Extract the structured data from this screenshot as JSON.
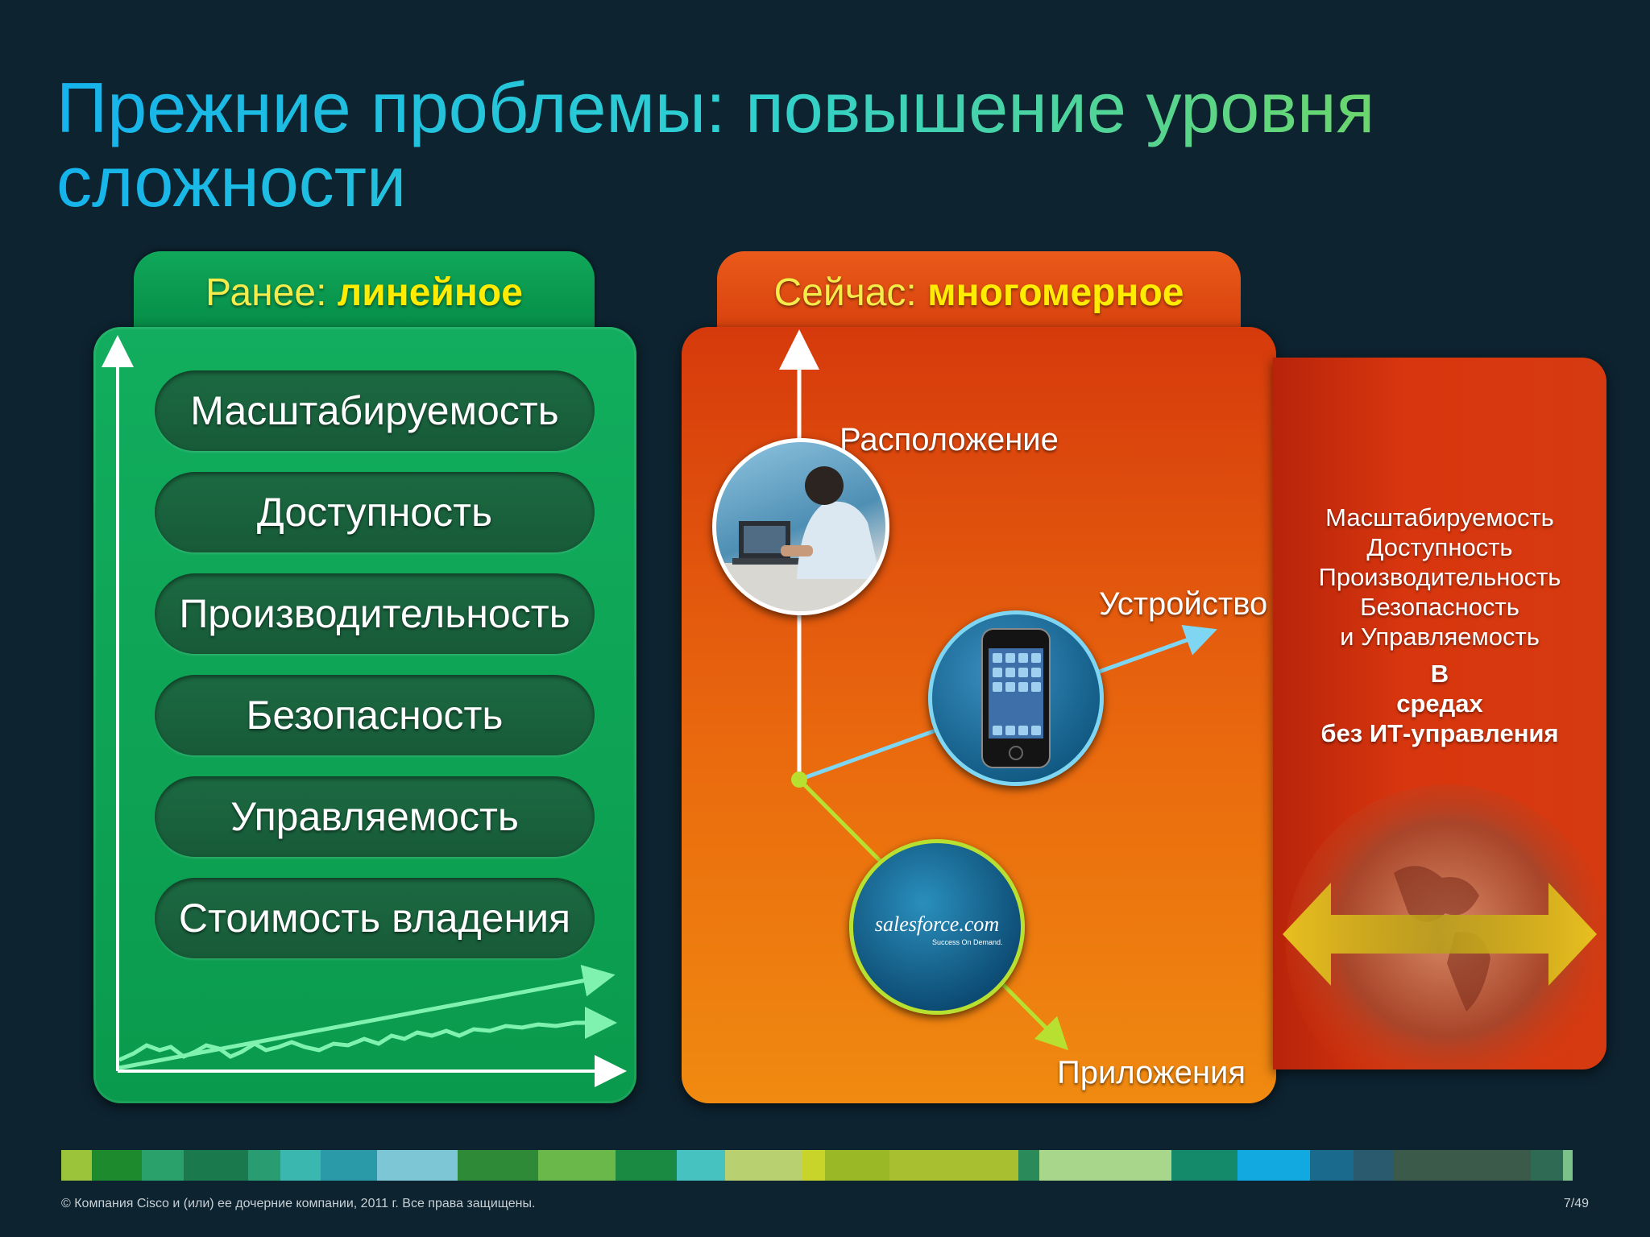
{
  "title": {
    "line1": "Прежние проблемы: повышение уровня",
    "line2": "сложности"
  },
  "left_panel": {
    "tab_prefix": "Ранее: ",
    "tab_emphasis": "линейное",
    "items": [
      "Масштабируемость",
      "Доступность",
      "Производительность",
      "Безопасность",
      "Управляемость",
      "Стоимость владения"
    ]
  },
  "middle_panel": {
    "tab_prefix": "Сейчас: ",
    "tab_emphasis": "многомерное",
    "axis_location": "Расположение",
    "axis_device": "Устройство",
    "axis_apps": "Приложения",
    "logo_text": "salesforce.com",
    "logo_tagline": "Success On Demand."
  },
  "right_panel": {
    "lines": [
      "Масштабируемость",
      "Доступность",
      "Производительность",
      "Безопасность",
      "и Управляемость"
    ],
    "bold_lines": [
      "В",
      "средах",
      "без ИТ-управления"
    ]
  },
  "footer": {
    "copyright": "© Компания Cisco и (или) ее дочерние компании, 2011 г. Все права защищены.",
    "page": "7/49"
  },
  "colors": {
    "title_gradient_start": "#15b3ec",
    "title_gradient_end": "#7fd94a",
    "green_panel": "#0a9a4d",
    "orange_panel": "#e8640e",
    "red_panel": "#d63a10",
    "tab_highlight": "#ffec00"
  }
}
